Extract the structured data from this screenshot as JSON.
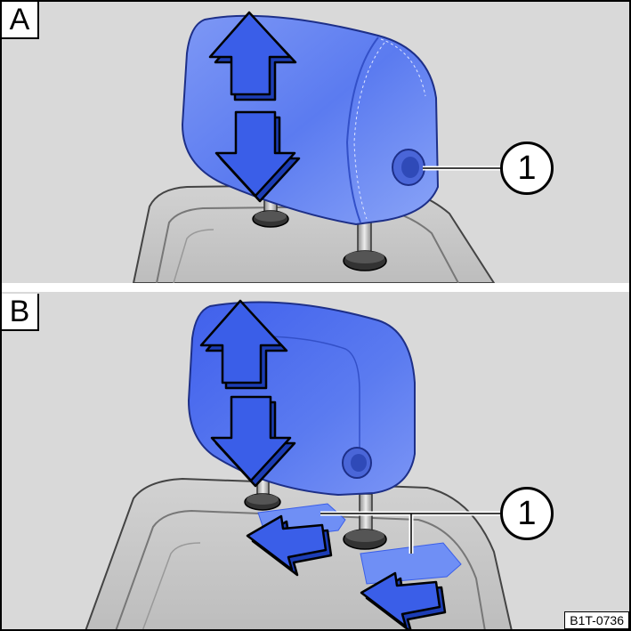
{
  "panels": [
    {
      "label": "A",
      "callout": "1"
    },
    {
      "label": "B",
      "callout": "1"
    }
  ],
  "figure_code": "B1T-0736",
  "colors": {
    "background": "#d9d9d9",
    "seat": "#c9c9c9",
    "headrest": "#5b7bf0",
    "arrow": "#3a5ee8",
    "release_zone": "#6f8ff5",
    "outline": "#000000"
  }
}
